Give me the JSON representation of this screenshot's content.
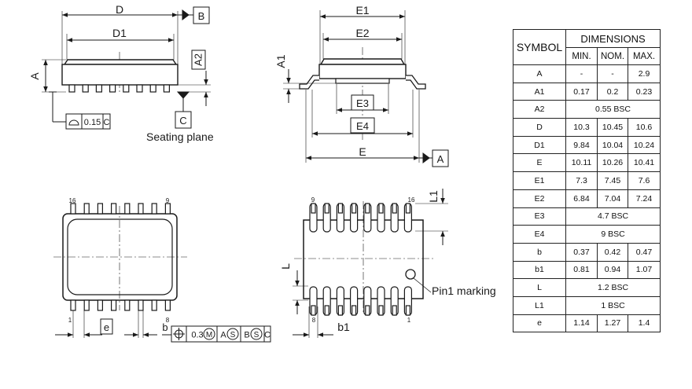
{
  "side_view": {
    "label_D": "D",
    "label_D1": "D1",
    "label_A": "A",
    "label_A2": "A2",
    "datum_B": "B",
    "datum_C": "C",
    "flatness_value": "0.15",
    "flatness_datum": "C",
    "seating_plane": "Seating plane"
  },
  "end_view": {
    "label_E1": "E1",
    "label_E2": "E2",
    "label_A1": "A1",
    "label_E3": "E3",
    "label_E4": "E4",
    "label_E": "E",
    "datum_A": "A"
  },
  "top_view": {
    "pin_16": "16",
    "pin_9": "9",
    "pin_1": "1",
    "pin_8": "8",
    "label_e": "e",
    "label_b": "b",
    "position_tolerance": "0.3",
    "fcf_M": "M",
    "fcf_A": "A",
    "fcf_S1": "S",
    "fcf_B": "B",
    "fcf_S2": "S",
    "fcf_C": "C"
  },
  "bottom_view": {
    "pin_9": "9",
    "pin_16": "16",
    "pin_8": "8",
    "pin_1": "1",
    "label_L1": "L1",
    "label_L": "L",
    "label_b1": "b1",
    "pin1_marking": "Pin1 marking"
  },
  "table": {
    "symbol_header": "SYMBOL",
    "dimensions_header": "DIMENSIONS",
    "min_header": "MIN.",
    "nom_header": "NOM.",
    "max_header": "MAX.",
    "rows": [
      {
        "symbol": "A",
        "min": "-",
        "nom": "-",
        "max": "2.9"
      },
      {
        "symbol": "A1",
        "min": "0.17",
        "nom": "0.2",
        "max": "0.23"
      },
      {
        "symbol": "A2",
        "span": "0.55 BSC"
      },
      {
        "symbol": "D",
        "min": "10.3",
        "nom": "10.45",
        "max": "10.6"
      },
      {
        "symbol": "D1",
        "min": "9.84",
        "nom": "10.04",
        "max": "10.24"
      },
      {
        "symbol": "E",
        "min": "10.11",
        "nom": "10.26",
        "max": "10.41"
      },
      {
        "symbol": "E1",
        "min": "7.3",
        "nom": "7.45",
        "max": "7.6"
      },
      {
        "symbol": "E2",
        "min": "6.84",
        "nom": "7.04",
        "max": "7.24"
      },
      {
        "symbol": "E3",
        "span": "4.7 BSC"
      },
      {
        "symbol": "E4",
        "span": "9 BSC"
      },
      {
        "symbol": "b",
        "min": "0.37",
        "nom": "0.42",
        "max": "0.47"
      },
      {
        "symbol": "b1",
        "min": "0.81",
        "nom": "0.94",
        "max": "1.07"
      },
      {
        "symbol": "L",
        "span": "1.2 BSC"
      },
      {
        "symbol": "L1",
        "span": "1 BSC"
      },
      {
        "symbol": "e",
        "min": "1.14",
        "nom": "1.27",
        "max": "1.4"
      }
    ]
  }
}
